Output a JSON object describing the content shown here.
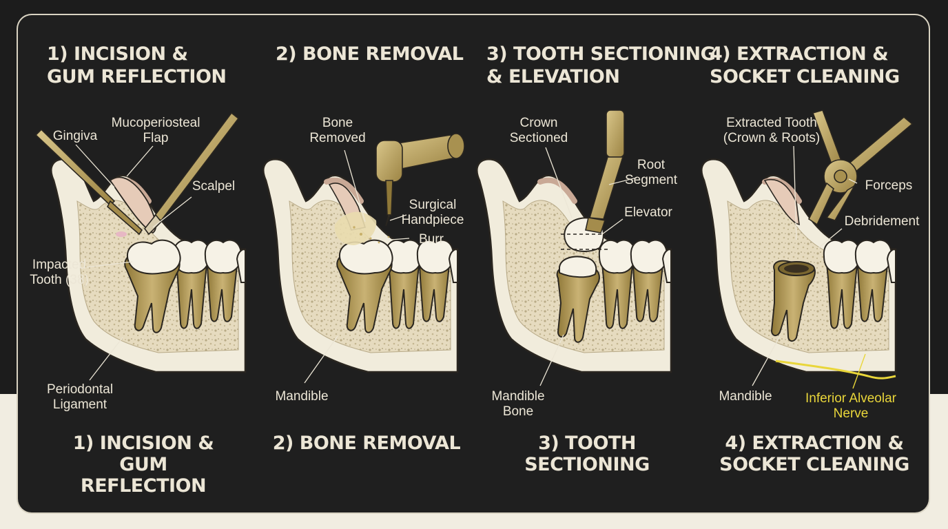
{
  "panels": [
    {
      "title": "1) INCISION &\n   GUM REFLECTION",
      "caption": "1) INCISION & GUM\nREFLECTION",
      "labels": {
        "gingiva": "Gingiva",
        "flap": "Mucoperiosteal\nFlap",
        "scalpel": "Scalpel",
        "impacted": "Impacted\nTooth (38)",
        "ligament": "Periodontal\nLigament"
      }
    },
    {
      "title": "2) BONE REMOVAL",
      "caption": "2) BONE REMOVAL",
      "labels": {
        "bone_removed": "Bone\nRemoved",
        "handpiece": "Surgical\nHandpiece",
        "burr": "Burr",
        "mandible": "Mandible"
      }
    },
    {
      "title": "3) TOOTH SECTIONING\n   & ELEVATION",
      "caption": "3) TOOTH\nSECTIONING",
      "labels": {
        "crown": "Crown\nSectioned",
        "root": "Root\nSegment",
        "elevator": "Elevator",
        "mandible_bone": "Mandible\nBone"
      }
    },
    {
      "title": "4) EXTRACTION &\n   SOCKET CLEANING",
      "caption": "4) EXTRACTION &\nSOCKET CLEANING",
      "labels": {
        "extracted": "Extracted Tooth\n(Crown & Roots)",
        "forceps": "Forceps",
        "debridement": "Debridement",
        "mandible": "Mandible",
        "nerve": "Inferior Alveolar\nNerve"
      }
    }
  ],
  "colors": {
    "background": "#1f1f1f",
    "bone": "#f1ecdc",
    "cancellous": "#e4d9bc",
    "gum": "#e6cbb8",
    "root": "#b8a160",
    "instrument": "#c8b06a",
    "nerve": "#e9d63a",
    "text": "#ece6d6"
  }
}
